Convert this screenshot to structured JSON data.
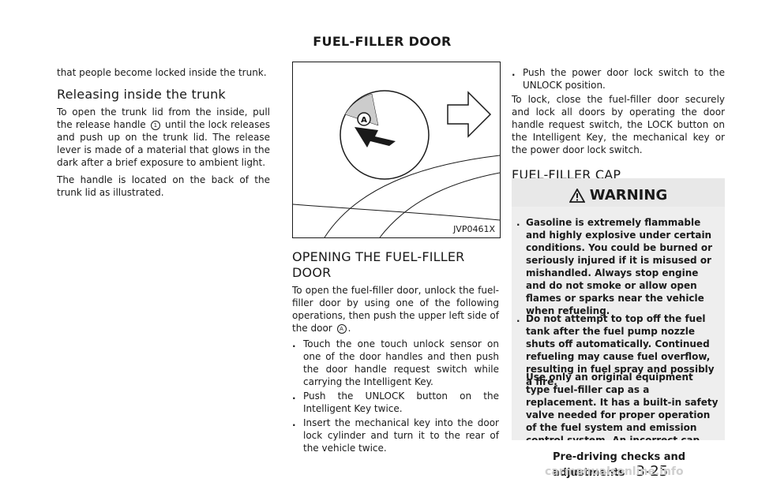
{
  "header": {
    "title": "FUEL-FILLER DOOR"
  },
  "left": {
    "intro": "that people become locked inside the trunk.",
    "heading": "Releasing inside the trunk",
    "p1_pre": "To open the trunk lid from the inside, pull the release handle",
    "p1_marker": "1",
    "p1_post": "until the lock releases and push up on the trunk lid. The release lever is made of a material that glows in the dark after a brief exposure to ambient light.",
    "p2": "The handle is located on the back of the trunk lid as illustrated."
  },
  "figure": {
    "caption": "JVP0461X",
    "callout": "A"
  },
  "middle": {
    "heading": "OPENING THE FUEL-FILLER DOOR",
    "intro_pre": "To open the fuel-filler door, unlock the fuel-filler door by using one of the following operations, then push the upper left side of the door",
    "intro_marker": "A",
    "intro_post": ".",
    "bullets": [
      "Touch the one touch unlock sensor on one of the door handles and then push the door handle request switch while carrying the Intelligent Key.",
      "Push the UNLOCK button on the Intelligent Key twice.",
      "Insert the mechanical key into the door lock cylinder and turn it to the rear of the vehicle twice."
    ]
  },
  "right": {
    "bullet": "Push the power door lock switch to the UNLOCK position.",
    "lock_para": "To lock, close the fuel-filler door securely and lock all doors by operating the door handle request switch, the LOCK button on the Intelligent Key, the mechanical key or the power door lock switch.",
    "heading": "FUEL-FILLER CAP",
    "warning_title": "WARNING",
    "warnings": [
      "Gasoline is extremely flammable and highly explosive under certain conditions. You could be burned or seriously injured if it is misused or mishandled. Always stop engine and do not smoke or allow open flames or sparks near the vehicle when refueling.",
      "Do not attempt to top off the fuel tank after the fuel pump nozzle shuts off automatically. Continued refueling may cause fuel overflow, resulting in fuel spray and possibly a fire.",
      "Use only an original equipment type fuel-filler cap as a replacement. It has a built-in safety valve needed for proper operation of the fuel system and emission control system. An incorrect cap can result in a serious"
    ]
  },
  "footer": {
    "section": "Pre-driving checks and adjustments",
    "page": "3-25"
  },
  "watermark": "carmanualsonline.info"
}
